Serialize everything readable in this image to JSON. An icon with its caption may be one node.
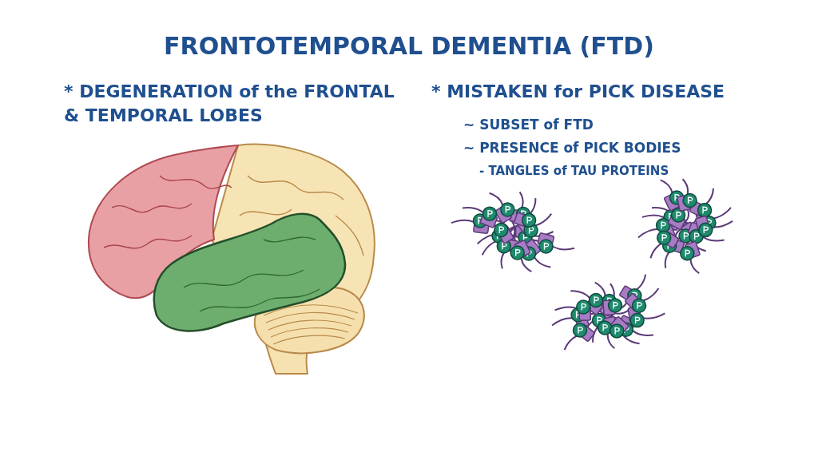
{
  "diagram": {
    "title": "FRONTOTEMPORAL DEMENTIA (FTD)",
    "labels": [
      "* DEGENERATION of the FRONTAL & TEMPORAL LOBES",
      "* MISTAKEN for PICK DISEASE",
      "~ SUBSET of FTD",
      "~ PRESENCE of PICK BODIES",
      "- TANGLES of TAU PROTEINS"
    ]
  }
}
